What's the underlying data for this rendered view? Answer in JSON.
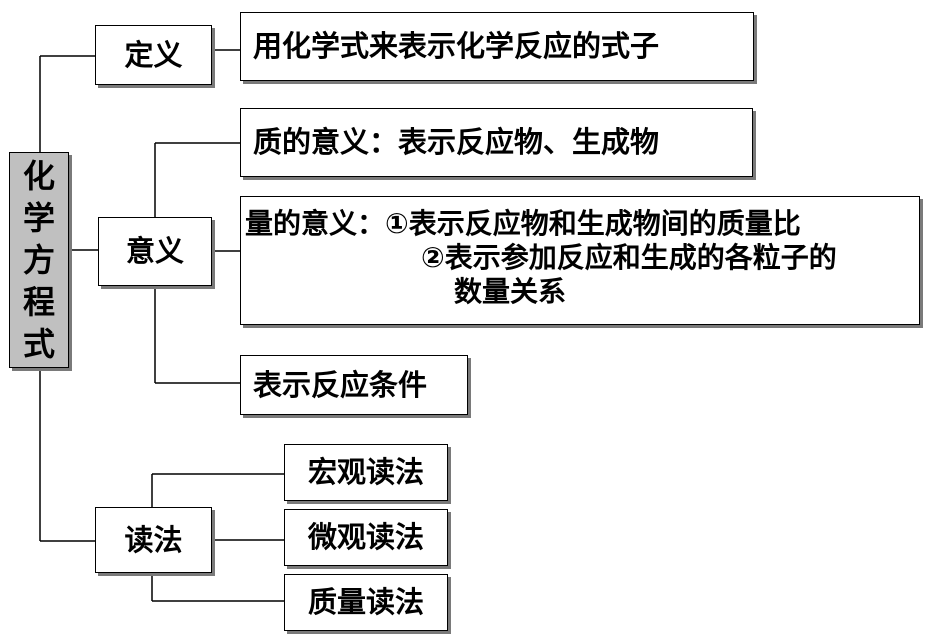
{
  "root": {
    "label": "化学方程式"
  },
  "definition": {
    "label": "定义",
    "text": "用化学式来表示化学反应的式子"
  },
  "meaning": {
    "label": "意义",
    "qualitative": "质的意义：表示反应物、生成物",
    "quantitative": {
      "line1": "量的意义：①表示反应物和生成物间的质量比",
      "line2": "②表示参加反应和生成的各粒子的",
      "line3": "数量关系"
    },
    "condition": "表示反应条件"
  },
  "reading": {
    "label": "读法",
    "macro": "宏观读法",
    "micro": "微观读法",
    "mass": "质量读法"
  }
}
